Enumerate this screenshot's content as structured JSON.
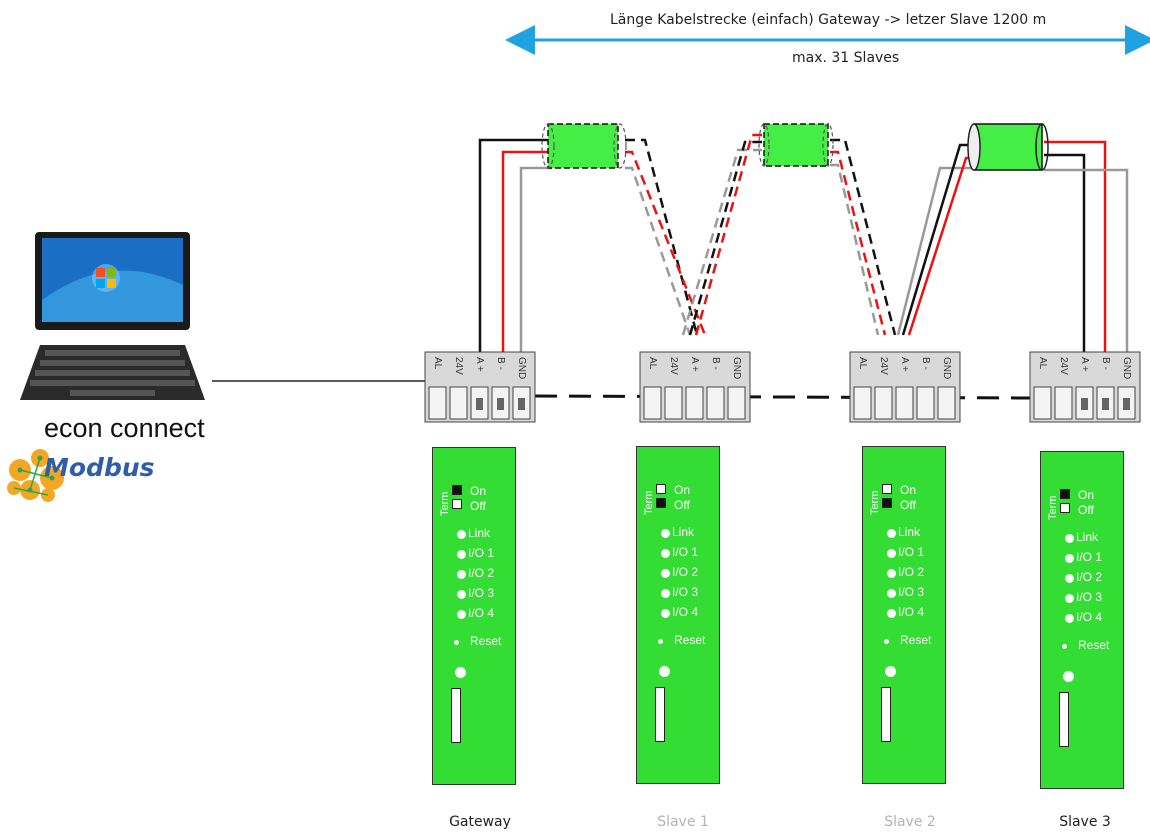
{
  "header": {
    "cable_length": "Länge Kabelstrecke (einfach)  Gateway -> letzer Slave 1200 m",
    "max_slaves": "max. 31 Slaves"
  },
  "pc": {
    "label": "econ connect",
    "logo_text": "Modbus"
  },
  "terminal_pins": [
    "AL",
    "24V",
    "A +",
    "B -",
    "GND"
  ],
  "module": {
    "term_label": "Term",
    "on_label": "On",
    "off_label": "Off",
    "leds": [
      "Link",
      "I/O 1",
      "I/O 2",
      "I/O 3",
      "I/O 4"
    ],
    "reset_label": "Reset"
  },
  "devices": [
    {
      "caption": "Gateway",
      "caption_dimmed": false,
      "termination": "on"
    },
    {
      "caption": "Slave 1",
      "caption_dimmed": true,
      "termination": "off"
    },
    {
      "caption": "Slave 2",
      "caption_dimmed": true,
      "termination": "off"
    },
    {
      "caption": "Slave 3",
      "caption_dimmed": false,
      "termination": "on"
    }
  ],
  "colors": {
    "arrow": "#1fa3e0",
    "module_green": "#33dd33",
    "cable_shield": "#44ee44",
    "wire_black": "#111111",
    "wire_red": "#ee1111",
    "wire_gray": "#999999",
    "terminal_block": "#d9d9d9"
  }
}
